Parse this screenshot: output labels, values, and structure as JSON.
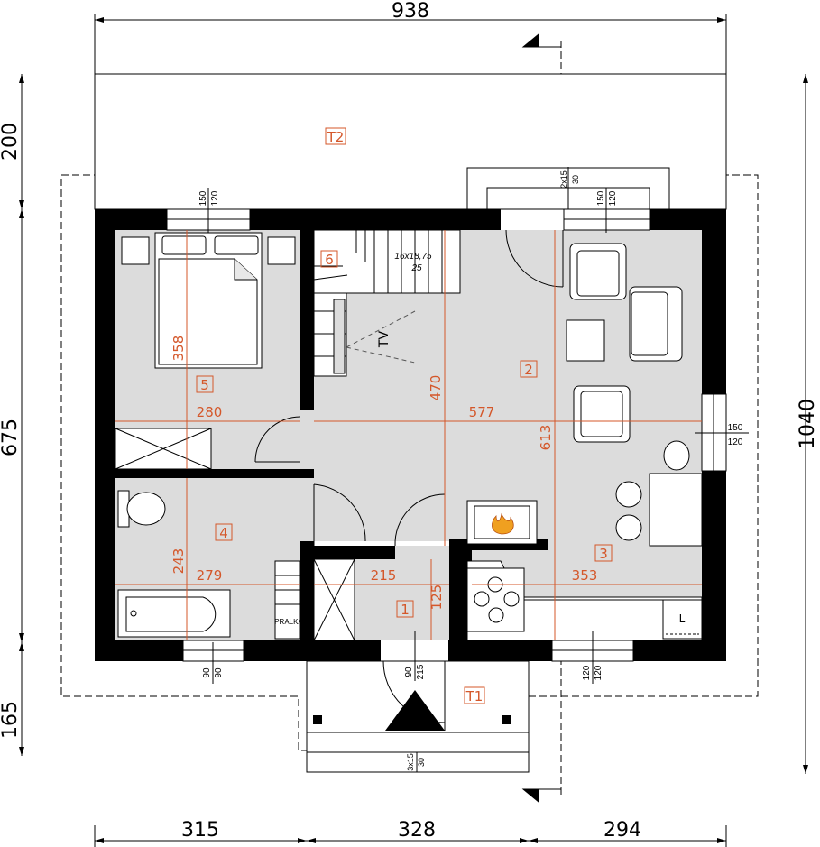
{
  "dimensions": {
    "top_total": "938",
    "right_total": "1040",
    "left_top": "200",
    "left_middle": "675",
    "left_bottom": "165",
    "bottom_left": "315",
    "bottom_middle": "328",
    "bottom_right": "294"
  },
  "rooms": {
    "r1": "1",
    "r2": "2",
    "r3": "3",
    "r4": "4",
    "r5": "5",
    "r6": "6",
    "t1": "T1",
    "t2": "T2"
  },
  "inner_dims": {
    "d280": "280",
    "d577": "577",
    "d358": "358",
    "d470": "470",
    "d613": "613",
    "d243": "243",
    "d279": "279",
    "d215": "215",
    "d125": "125",
    "d353": "353"
  },
  "windows": {
    "w_top_left_a": "150",
    "w_top_left_b": "120",
    "w_top_right_a": "150",
    "w_top_right_b": "120",
    "w_top_door_a": "2x15",
    "w_top_door_b": "30",
    "w_right_a": "150",
    "w_right_b": "120",
    "w_bottom_left_a": "90",
    "w_bottom_left_b": "90",
    "w_bottom_right_a": "120",
    "w_bottom_right_b": "120",
    "w_entry_a": "90",
    "w_entry_b": "215",
    "w_step_a": "3x15",
    "w_step_b": "30"
  },
  "labels": {
    "stairs_a": "16x18,75",
    "stairs_b": "25",
    "tv": "TV",
    "pralka": "PRALKA",
    "fridge": "L"
  },
  "colors": {
    "wall": "#000000",
    "floor": "#dcdcdc",
    "accent": "#d4572a",
    "fire": "#f0a020"
  }
}
